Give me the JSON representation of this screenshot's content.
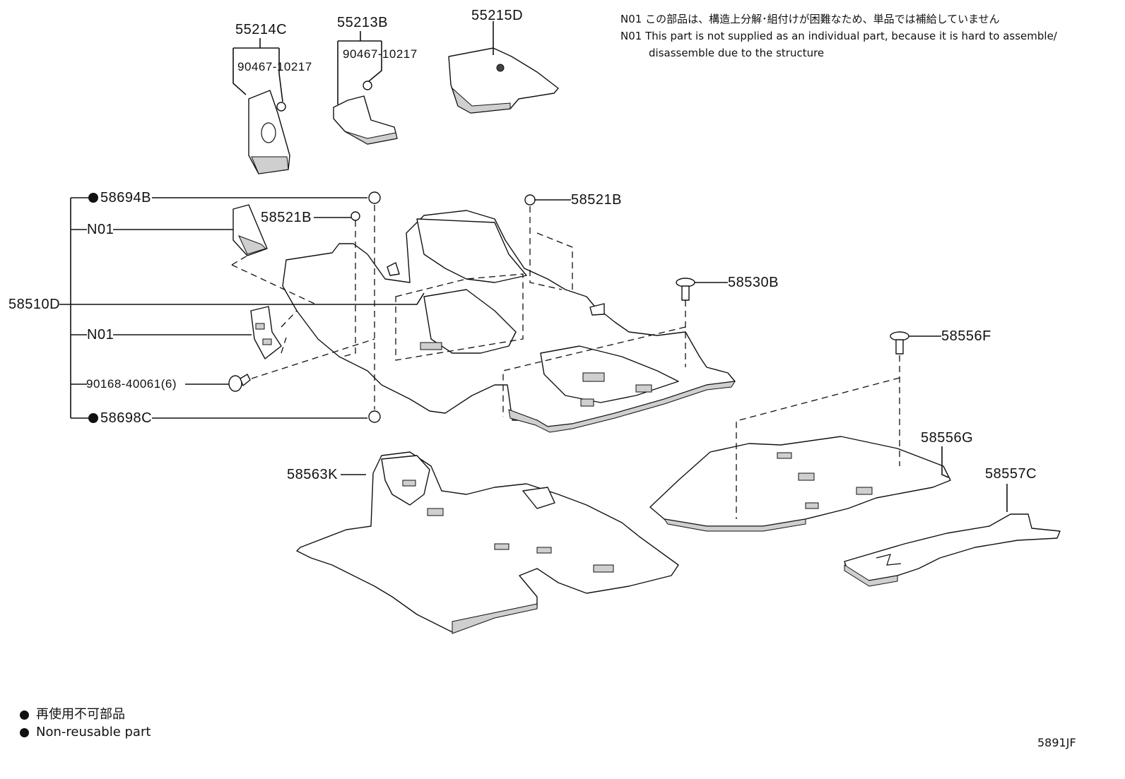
{
  "notes": {
    "jp": "N01 この部品は、構造上分解･組付けが困難なため、単品では補給していません",
    "en1": "N01 This part is not supplied as an individual part, because it is hard to assemble/",
    "en2": "disassemble due to the structure"
  },
  "legend": {
    "jp": "再使用不可部品",
    "en": "Non-reusable part"
  },
  "figure_code": "5891JF",
  "labels": {
    "p55214C": "55214C",
    "p55213B": "55213B",
    "p55215D": "55215D",
    "screw_a": "90467-10217",
    "screw_b": "90467-10217",
    "p58694B": "58694B",
    "p58521B_left": "58521B",
    "p58521B_right": "58521B",
    "n01_a": "N01",
    "n01_b": "N01",
    "p58510D": "58510D",
    "p90168": "90168-40061(6)",
    "p58698C": "58698C",
    "p58530B": "58530B",
    "p58556F": "58556F",
    "p58556G": "58556G",
    "p58557C": "58557C",
    "p58563K": "58563K"
  }
}
